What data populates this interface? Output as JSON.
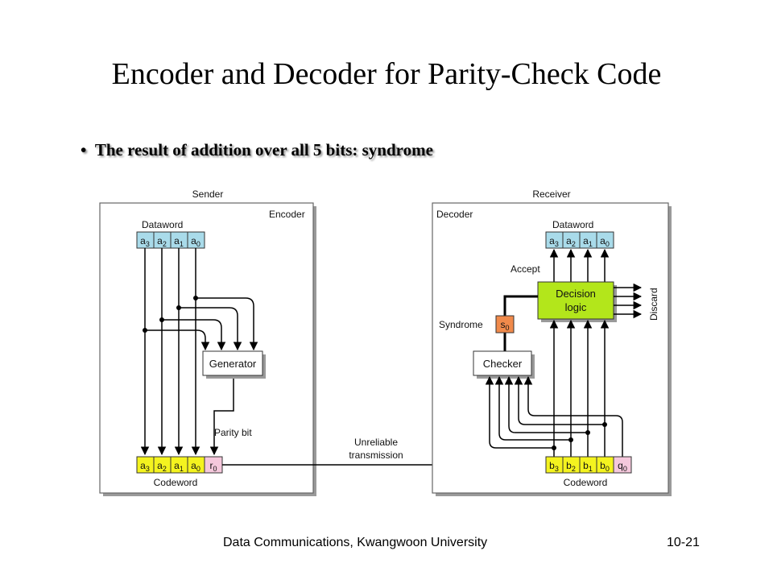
{
  "slide": {
    "title": "Encoder and Decoder for Parity-Check Code",
    "bullet_text": "The result of addition over all 5 bits: ",
    "bullet_emphasis": "syndrome"
  },
  "footer": {
    "center": "Data Communications, Kwangwoon University",
    "page": "10-21"
  },
  "diagram": {
    "sender": {
      "header": "Sender",
      "box_label": "Encoder",
      "dataword_label": "Dataword",
      "dataword_bits": [
        "a3",
        "a2",
        "a1",
        "a0"
      ],
      "generator_label": "Generator",
      "parity_label": "Parity bit",
      "codeword_bits": [
        "a3",
        "a2",
        "a1",
        "a0",
        "r0"
      ],
      "codeword_label": "Codeword"
    },
    "channel_label_1": "Unreliable",
    "channel_label_2": "transmission",
    "receiver": {
      "header": "Receiver",
      "box_label": "Decoder",
      "dataword_label": "Dataword",
      "dataword_bits": [
        "a3",
        "a2",
        "a1",
        "a0"
      ],
      "accept_label": "Accept",
      "decision_label_1": "Decision",
      "decision_label_2": "logic",
      "discard_label": "Discard",
      "syndrome_label": "Syndrome",
      "syndrome_bit": "s0",
      "checker_label": "Checker",
      "codeword_bits": [
        "b3",
        "b2",
        "b1",
        "b0",
        "q0"
      ],
      "codeword_label": "Codeword"
    },
    "colors": {
      "dataword_cell": "#a9dbea",
      "codeword_cell": "#f4f31f",
      "parity_cell": "#f5c8dc",
      "decision_fill": "#b3e61b",
      "syndrome_fill": "#f08a4b"
    }
  }
}
